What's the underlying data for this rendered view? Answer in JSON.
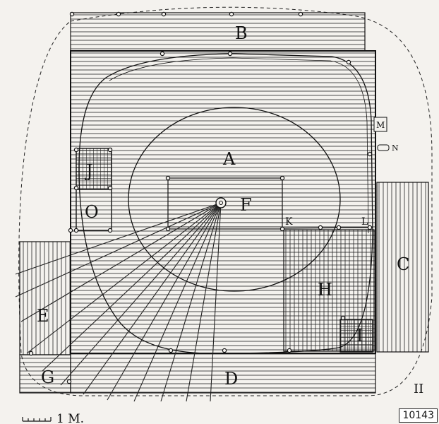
{
  "diagram": {
    "labels": {
      "A": "A",
      "B": "B",
      "C": "C",
      "D": "D",
      "E": "E",
      "F": "F",
      "G": "G",
      "H": "H",
      "I": "I",
      "J": "J",
      "K": "K",
      "L": "L",
      "M": "M",
      "N": "N",
      "O": "O"
    },
    "figure_number": "II",
    "scale_label": "1 M.",
    "plate_number": "10143"
  },
  "colors": {
    "ink": "#111111",
    "paper": "#f4f2ee"
  }
}
